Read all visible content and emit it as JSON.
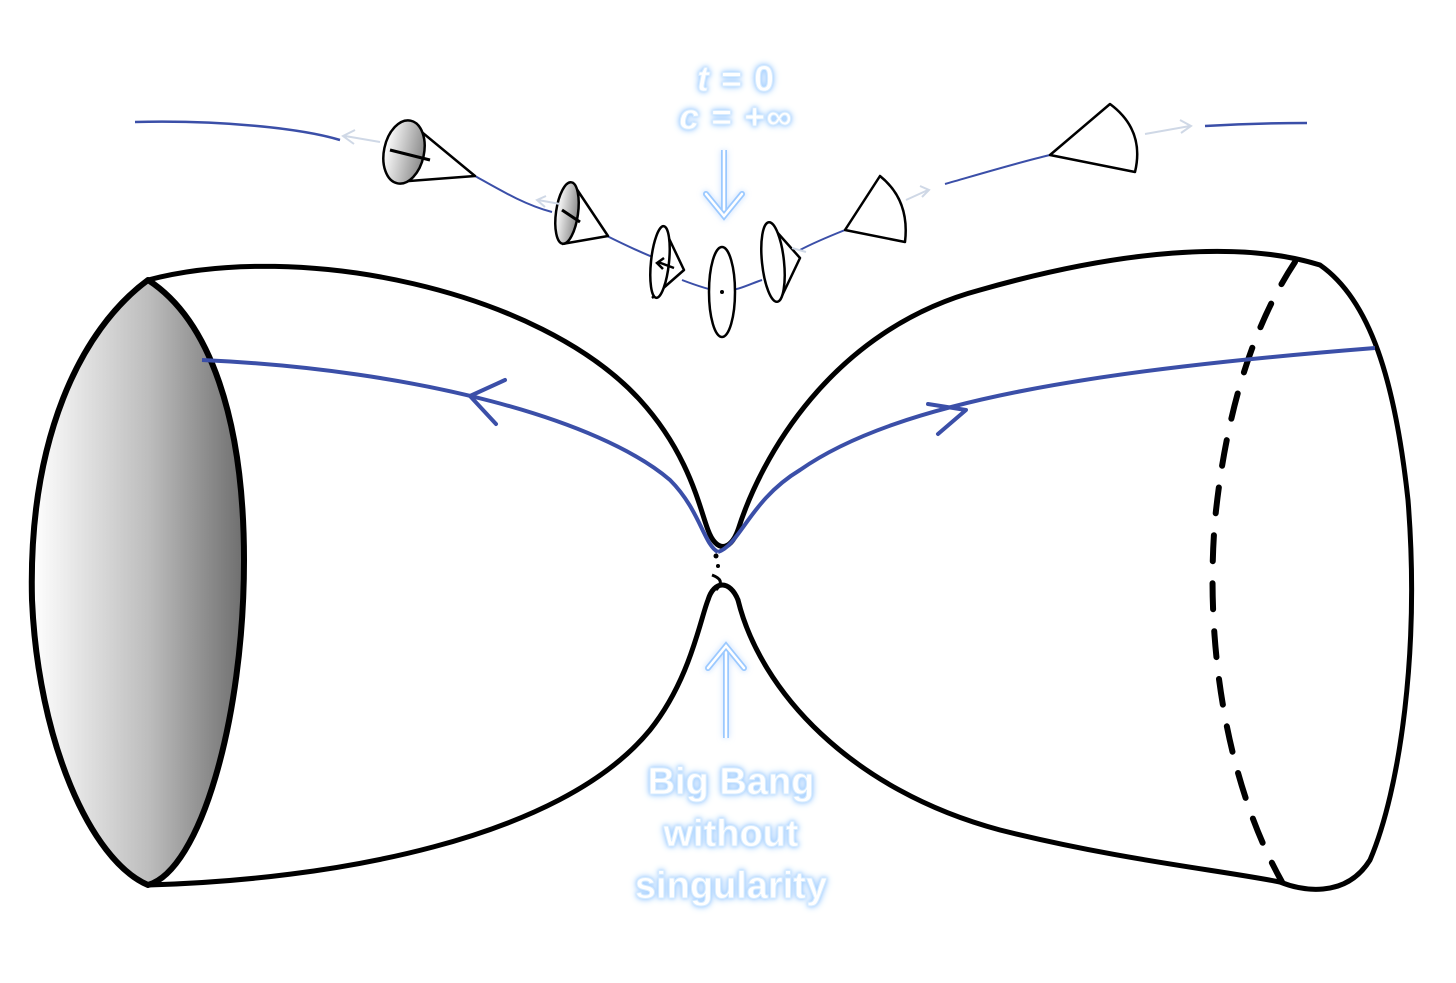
{
  "equations": [
    {
      "var": "t",
      "rest": " = 0"
    },
    {
      "var": "c",
      "rest": " = +∞"
    }
  ],
  "caption_lines": [
    "Big Bang",
    "without",
    "singularity"
  ],
  "colors": {
    "worldline": "#3b4fa8",
    "outline": "#000000",
    "glow_text": "#9bc9ff",
    "arrow_light": "#d8ecff",
    "shading_dark": "#6e6e6e"
  }
}
